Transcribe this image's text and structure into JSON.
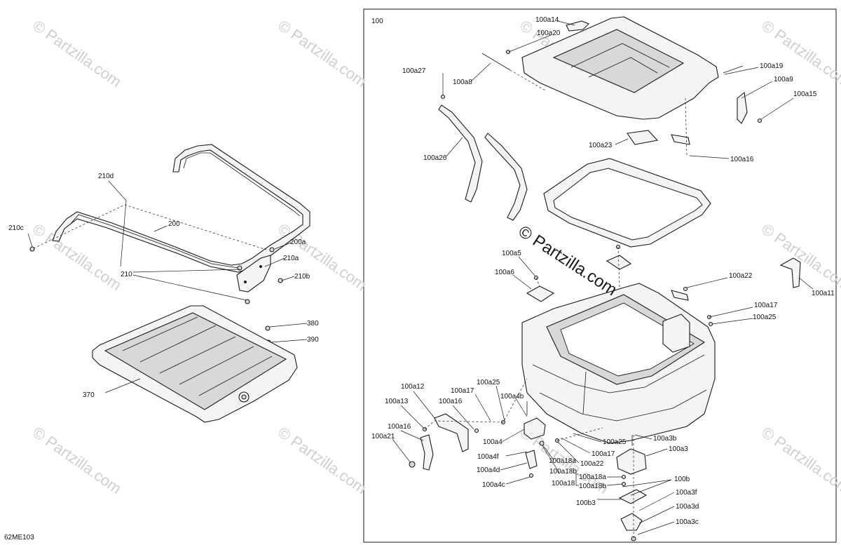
{
  "drawing": {
    "id": "62ME103",
    "group_label": "100"
  },
  "watermarks": {
    "corner": "© Partzilla.com",
    "center": "© Partzilla.com"
  },
  "callouts": [
    "210d",
    "210c",
    "200",
    "200a",
    "210a",
    "210",
    "210b",
    "380",
    "390",
    "370",
    "100a14",
    "100a20",
    "100a27",
    "100a8",
    "100a19",
    "100a9",
    "100a15",
    "100a23",
    "100a16",
    "100a26",
    "100a5",
    "100a6",
    "100a22",
    "100a11",
    "100a17",
    "100a25",
    "100a12",
    "100a17",
    "100a25",
    "100a16",
    "100a4b",
    "100a13",
    "100a16",
    "100a21",
    "100a4",
    "100a4f",
    "100a4d",
    "100a4c",
    "100a18a",
    "100a18b",
    "100a22",
    "100a17",
    "100a25",
    "100a3b",
    "100a3",
    "100a18a",
    "100a18b",
    "100a18",
    "100b",
    "100b3",
    "100a3f",
    "100a3d",
    "100a3c"
  ],
  "colors": {
    "line": "#1a1a1a",
    "fill": "#f4f4f4",
    "watermark": "#cfcfcf"
  }
}
